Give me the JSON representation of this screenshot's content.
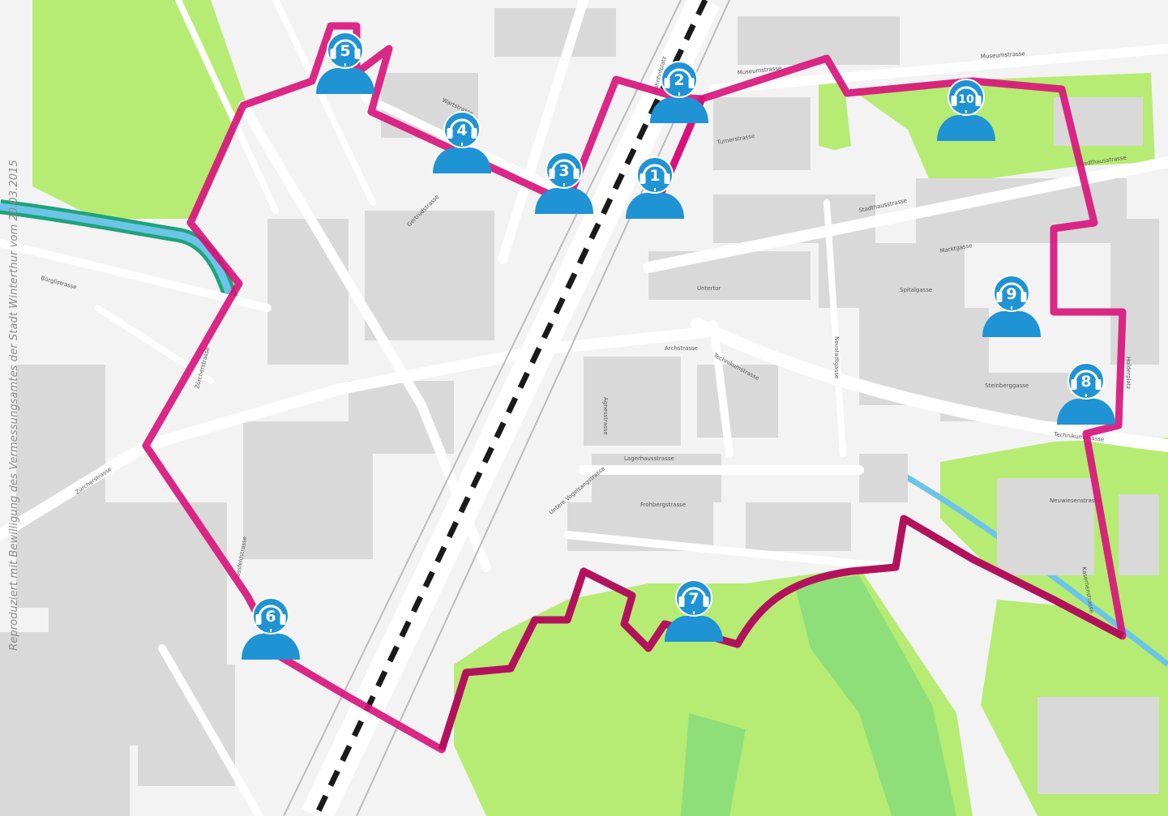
{
  "credit": "Reproduziert mit Bewilligung des Vermessungsamtes der Stadt Winterthur vom 20.03.2015",
  "colors": {
    "route": "#d8117a",
    "route_dark": "#b2125c",
    "marker": "#1f93d3",
    "park": "#b6ec73",
    "park_dark": "#8ede7a",
    "building": "#d9d9d9",
    "river": "#6cc4e8",
    "rail": "#1a1a1a"
  },
  "markers": [
    {
      "id": "1",
      "label": "1"
    },
    {
      "id": "2",
      "label": "2"
    },
    {
      "id": "3",
      "label": "3"
    },
    {
      "id": "4",
      "label": "4"
    },
    {
      "id": "5",
      "label": "5"
    },
    {
      "id": "6",
      "label": "6"
    },
    {
      "id": "7",
      "label": "7"
    },
    {
      "id": "8",
      "label": "8"
    },
    {
      "id": "9",
      "label": "9"
    },
    {
      "id": "10",
      "label": "10"
    }
  ],
  "streets": [
    "Zürcherstrasse",
    "Zürcherstrasse",
    "Stadthausstrasse",
    "Stadthausstrasse",
    "Museumstrasse",
    "Museumstrasse",
    "Technikumstrasse",
    "Technikumstrasse",
    "Lagerhausstrasse",
    "Untere Vogelsangstrasse",
    "Frohbergstrasse",
    "Neustadtgasse",
    "Steinberggasse",
    "Marktgasse",
    "Untertor",
    "Archstrasse",
    "Agnesstrasse",
    "Bahnhofplatz",
    "Gertrudstrasse",
    "Wartstrasse",
    "Turnerstrasse",
    "Bürglistrasse",
    "Tössfeldstrasse",
    "Kasernenstrasse",
    "Holderplatz",
    "Spitalgasse",
    "Neuwiesenstrasse"
  ]
}
